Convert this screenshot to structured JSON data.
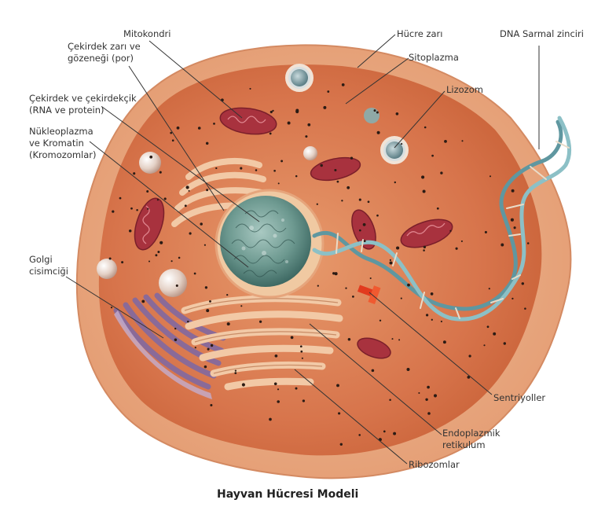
{
  "title": "Hayvan Hücresi Modeli",
  "labels": {
    "mitokondri": "Mitokondri",
    "cekirdek_zari_1": "Çekirdek zarı ve",
    "cekirdek_zari_2": "gözeneği (por)",
    "cekirdekcik_1": "Çekirdek ve çekirdekçik",
    "cekirdekcik_2": "(RNA ve protein)",
    "nukleoplazma_1": "Nükleoplazma",
    "nukleoplazma_2": "ve Kromatin",
    "nukleoplazma_3": "(Kromozomlar)",
    "golgi_1": "Golgi",
    "golgi_2": "cisimciği",
    "hucre_zari": "Hücre zarı",
    "sitoplazma": "Sitoplazma",
    "lizozom": "Lizozom",
    "dna": "DNA Sarmal zinciri",
    "sentriyoller": "Sentriyoller",
    "endoplazmik_1": "Endoplazmik",
    "endoplazmik_2": "retikulum",
    "ribozomlar": "Ribozomlar"
  },
  "colors": {
    "membrane": "#e8a47a",
    "cytoplasm": "#d9764c",
    "nucleus": "#5f8c86",
    "mitochondria": "#a8323e",
    "golgi": "#9a7ba6",
    "er": "#f0c7a4",
    "dna_strand": "#6fa6ae",
    "centriole": "#e23a1e",
    "leader_line": "#333333"
  }
}
